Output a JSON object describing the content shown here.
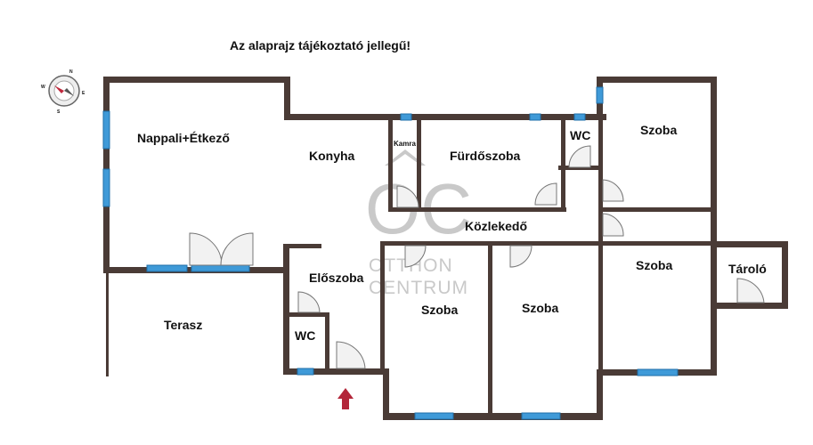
{
  "disclaimer": "Az alaprajz tájékoztató jellegű!",
  "rooms": {
    "nappali": "Nappali+Étkező",
    "konyha": "Konyha",
    "kamra": "Kamra",
    "furdoszoba": "Fürdőszoba",
    "wc_top": "WC",
    "szoba_ne": "Szoba",
    "kozlekedo": "Közlekedő",
    "szoba_e": "Szoba",
    "tarolo": "Tároló",
    "eloszoba": "Előszoba",
    "terasz": "Terasz",
    "wc_bottom": "WC",
    "szoba_s1": "Szoba",
    "szoba_s2": "Szoba"
  },
  "watermark": {
    "logo": "OC",
    "line1": "OTTHON",
    "line2": "CENTRUM"
  },
  "compass": {
    "n": "N",
    "e": "E",
    "s": "S",
    "w": "W"
  },
  "colors": {
    "wall": "#4a3b36",
    "window": "#3f9ad8",
    "entrance_arrow": "#b3263a",
    "watermark": "#c9c9c9"
  }
}
